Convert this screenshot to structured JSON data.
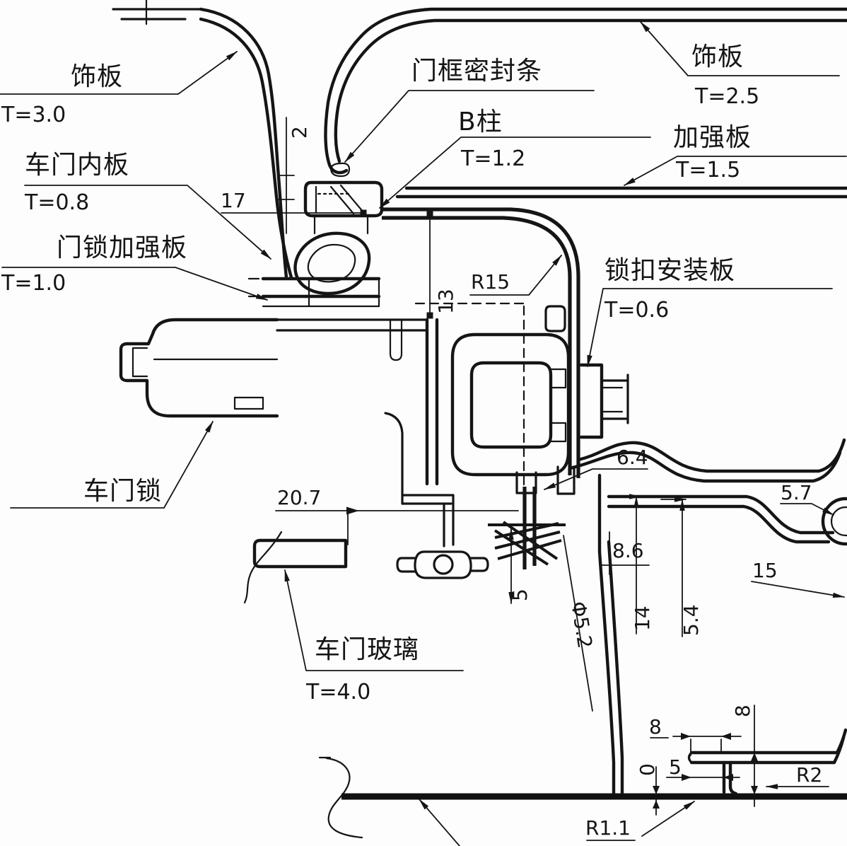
{
  "figure": {
    "type": "automotive-door-b-pillar-section-drawing",
    "background": "#fdfdfd",
    "line_color": "#151515"
  },
  "labels": {
    "trim_left": {
      "text": "饰板",
      "thickness": "T=3.0"
    },
    "door_inner_panel": {
      "text": "车门内板",
      "thickness": "T=0.8"
    },
    "lock_reinforcement": {
      "text": "门锁加强板",
      "thickness": "T=1.0"
    },
    "door_lock": {
      "text": "车门锁"
    },
    "door_frame_seal": {
      "text": "门框密封条"
    },
    "b_pillar": {
      "text": "B柱",
      "thickness": "T=1.2"
    },
    "trim_right": {
      "text": "饰板",
      "thickness": "T=2.5"
    },
    "reinforcement_plate": {
      "text": "加强板",
      "thickness": "T=1.5"
    },
    "striker_mount_plate": {
      "text": "锁扣安装板",
      "thickness": "T=0.6"
    },
    "door_glass": {
      "text": "车门玻璃",
      "thickness": "T=4.0"
    }
  },
  "dimensions": {
    "gap_top": "2",
    "d17": "17",
    "d13": "13",
    "r15": "R15",
    "d20_7": "20.7",
    "d6_4": "6.4",
    "d5_7": "5.7",
    "d15": "15",
    "d8_6": "8.6",
    "d14": "14",
    "d5_4": "5.4",
    "dia5_2": "Φ5.2",
    "d5_mid": "5",
    "d8_top": "8",
    "d8_side": "8",
    "d0": "0",
    "d5_bottom": "5",
    "r2": "R2",
    "r1_1": "R1.1"
  }
}
